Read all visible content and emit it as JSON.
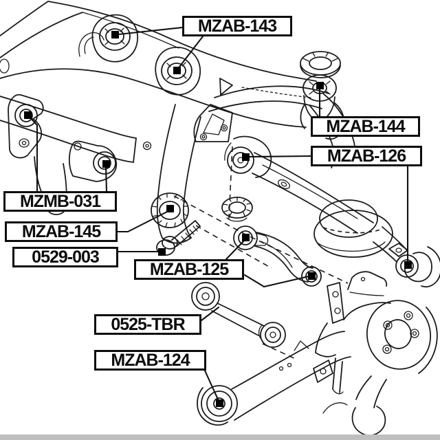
{
  "diagram": {
    "description": "Exploded rear suspension arm / bushing parts diagram with part number callouts",
    "background_color": "#ffffff",
    "line_color": "#1b1b1b",
    "marker_color": "#000000",
    "footer_strip_color": "#bfbfbf"
  },
  "callouts": [
    {
      "id": "mzab-143",
      "label": "MZAB-143",
      "markers": 2
    },
    {
      "id": "mzab-144",
      "label": "MZAB-144",
      "markers": 1
    },
    {
      "id": "mzab-126",
      "label": "MZAB-126",
      "markers": 2
    },
    {
      "id": "mzmb-031",
      "label": "MZMB-031",
      "markers": 2
    },
    {
      "id": "mzab-145",
      "label": "MZAB-145",
      "markers": 1
    },
    {
      "id": "0529-003",
      "label": "0529-003",
      "markers": 1
    },
    {
      "id": "mzab-125",
      "label": "MZAB-125",
      "markers": 2
    },
    {
      "id": "0525-tbr",
      "label": "0525-TBR",
      "markers": 1
    },
    {
      "id": "mzab-124",
      "label": "MZAB-124",
      "markers": 1
    }
  ]
}
